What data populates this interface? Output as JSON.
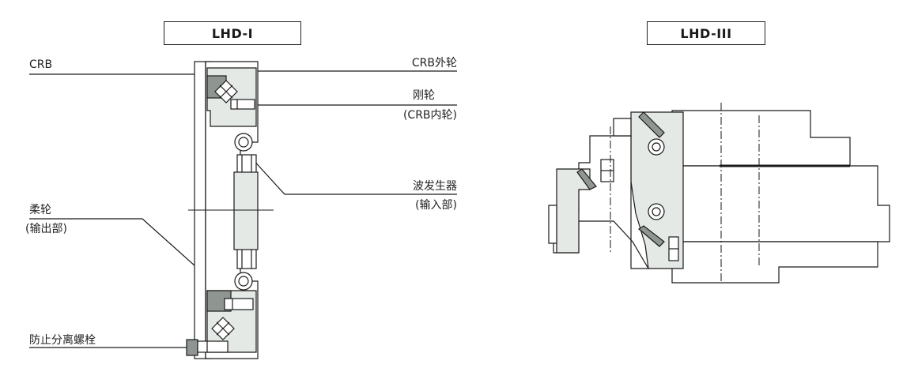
{
  "titles": {
    "left": "LHD-I",
    "right": "LHD-III"
  },
  "labels": {
    "crb": "CRB",
    "crb_outer": "CRB外轮",
    "circular_spline": "刚轮",
    "circular_spline_sub": "(CRB内轮)",
    "wave_generator": "波发生器",
    "wave_generator_sub": "(输入部)",
    "flexspline": "柔轮",
    "flexspline_sub": "(输出部)",
    "separation_bolt": "防止分离螺栓"
  },
  "colors": {
    "line": "#1a1a1a",
    "part_fill": "#e4e9e5",
    "dark_fill": "#8f9691",
    "white": "#ffffff"
  }
}
